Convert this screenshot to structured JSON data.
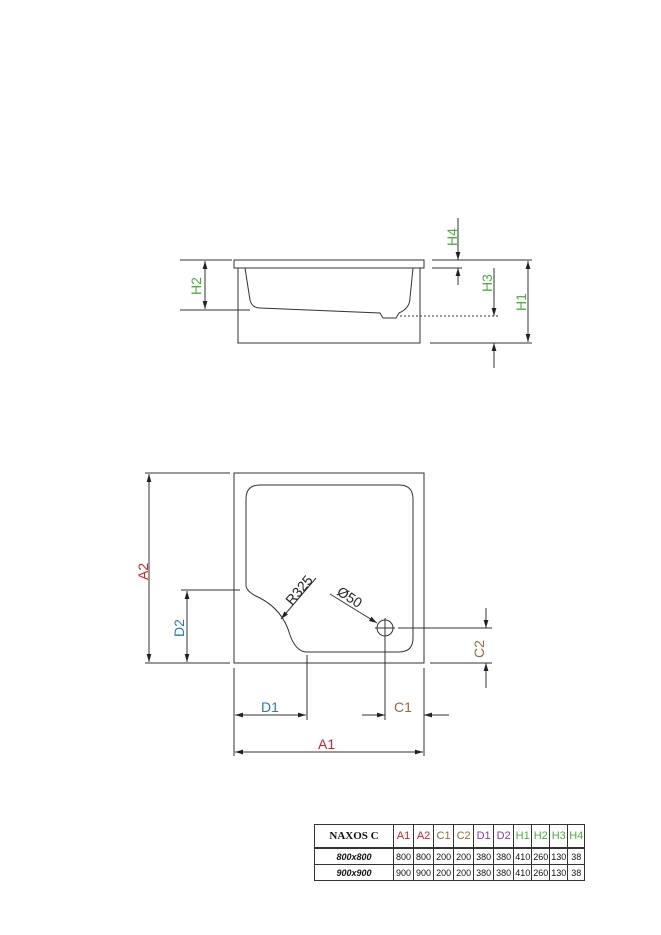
{
  "colors": {
    "A": "#d0202a",
    "C": "#9a6a3a",
    "D_table": "#8a3aa0",
    "D_drawing": "#2a78c0",
    "H": "#4caf3c",
    "line": "#333333"
  },
  "side_view": {
    "labels": {
      "H1": "H1",
      "H2": "H2",
      "H3": "H3",
      "H4": "H4"
    }
  },
  "top_view": {
    "labels": {
      "A1": "A1",
      "A2": "A2",
      "C1": "C1",
      "C2": "C2",
      "D1": "D1",
      "D2": "D2",
      "radius": "R325",
      "drain": "Ø50"
    }
  },
  "table": {
    "title": "NAXOS C",
    "headers": [
      "A1",
      "A2",
      "C1",
      "C2",
      "D1",
      "D2",
      "H1",
      "H2",
      "H3",
      "H4"
    ],
    "rows": [
      {
        "size": "800x800",
        "values": [
          "800",
          "800",
          "200",
          "200",
          "380",
          "380",
          "410",
          "260",
          "130",
          "38"
        ]
      },
      {
        "size": "900x900",
        "values": [
          "900",
          "900",
          "200",
          "200",
          "380",
          "380",
          "410",
          "260",
          "130",
          "38"
        ]
      }
    ]
  }
}
